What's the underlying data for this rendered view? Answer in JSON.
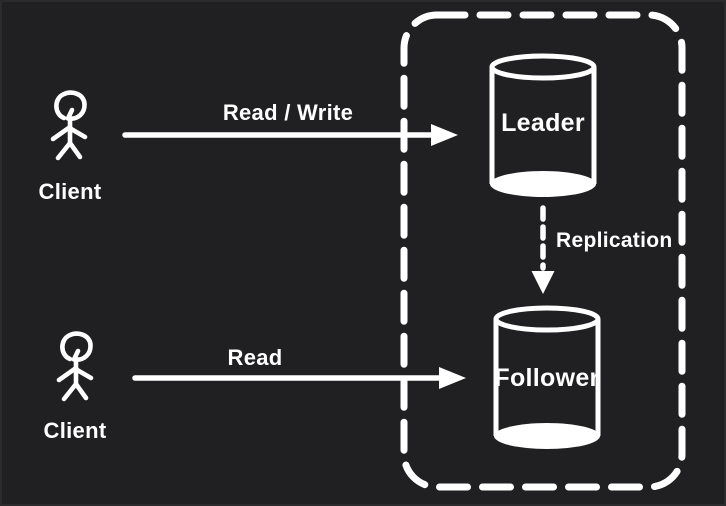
{
  "colors": {
    "background": "#202022",
    "foreground": "#ffffff"
  },
  "nodes": {
    "client_top": {
      "label": "Client",
      "icon": "person-stick-figure-icon"
    },
    "client_bottom": {
      "label": "Client",
      "icon": "person-stick-figure-icon"
    },
    "leader": {
      "label": "Leader",
      "icon": "database-cylinder-icon"
    },
    "follower": {
      "label": "Follower",
      "icon": "database-cylinder-icon"
    }
  },
  "edges": {
    "read_write": {
      "label": "Read / Write",
      "style": "solid-arrow",
      "from": "client_top",
      "to": "leader"
    },
    "read": {
      "label": "Read",
      "style": "solid-arrow",
      "from": "client_bottom",
      "to": "follower"
    },
    "replication": {
      "label": "Replication",
      "style": "dashed-arrow",
      "from": "leader",
      "to": "follower"
    }
  },
  "group": {
    "name": "replica-set-boundary",
    "style": "dashed-rounded-rectangle",
    "contains": [
      "leader",
      "follower"
    ]
  }
}
